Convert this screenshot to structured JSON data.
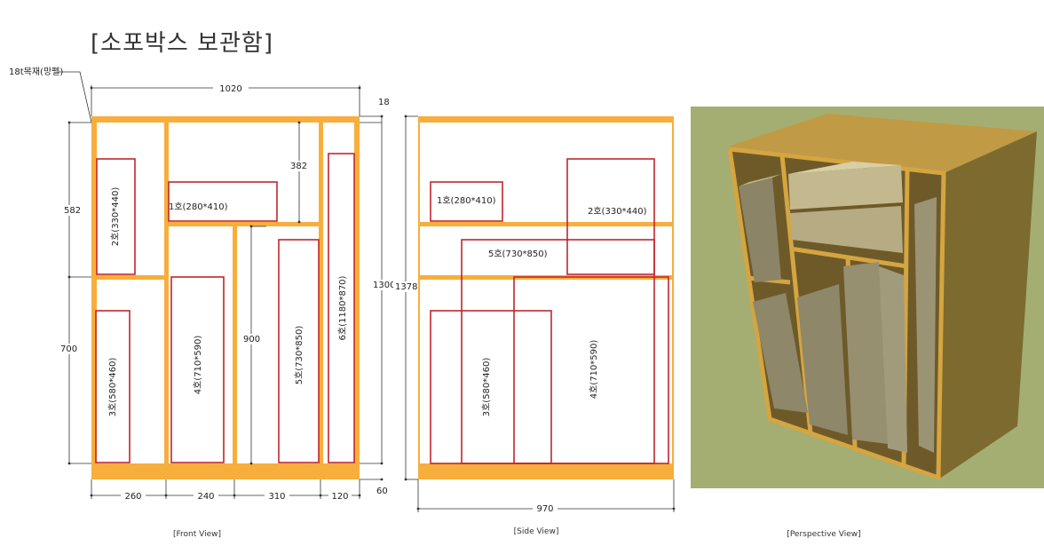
{
  "title": "[소포박스 보관함]",
  "material_note": "18t목재(망펠)",
  "front": {
    "caption": "[Front View]",
    "dim_total_width": "1020",
    "dim_thickness": "18",
    "dim_upper": "582",
    "dim_lower": "700",
    "dim_shelf": "382",
    "dim_mid": "900",
    "dim_total_height": "1300",
    "dim_base": "60",
    "bottom_dims": [
      "260",
      "240",
      "310",
      "120"
    ],
    "boxes": {
      "b1": "1호(280*410)",
      "b2": "2호(330*440)",
      "b3": "3호(580*460)",
      "b4": "4호(710*590)",
      "b5": "5호(730*850)",
      "b6": "6호(1180*870)"
    }
  },
  "side": {
    "caption": "[Side View]",
    "dim_height": "1378",
    "dim_depth": "970",
    "boxes": {
      "b1": "1호(280*410)",
      "b2": "2호(330*440)",
      "b5": "5호(730*850)",
      "b3": "3호(580*460)",
      "b4": "4호(710*590)"
    }
  },
  "perspective": {
    "caption": "[Perspective View]"
  },
  "colors": {
    "wood": "#F7AE3C",
    "box_outline": "#C0272D",
    "dim_line": "#333333",
    "perspective_bg": "#A4AE72"
  }
}
